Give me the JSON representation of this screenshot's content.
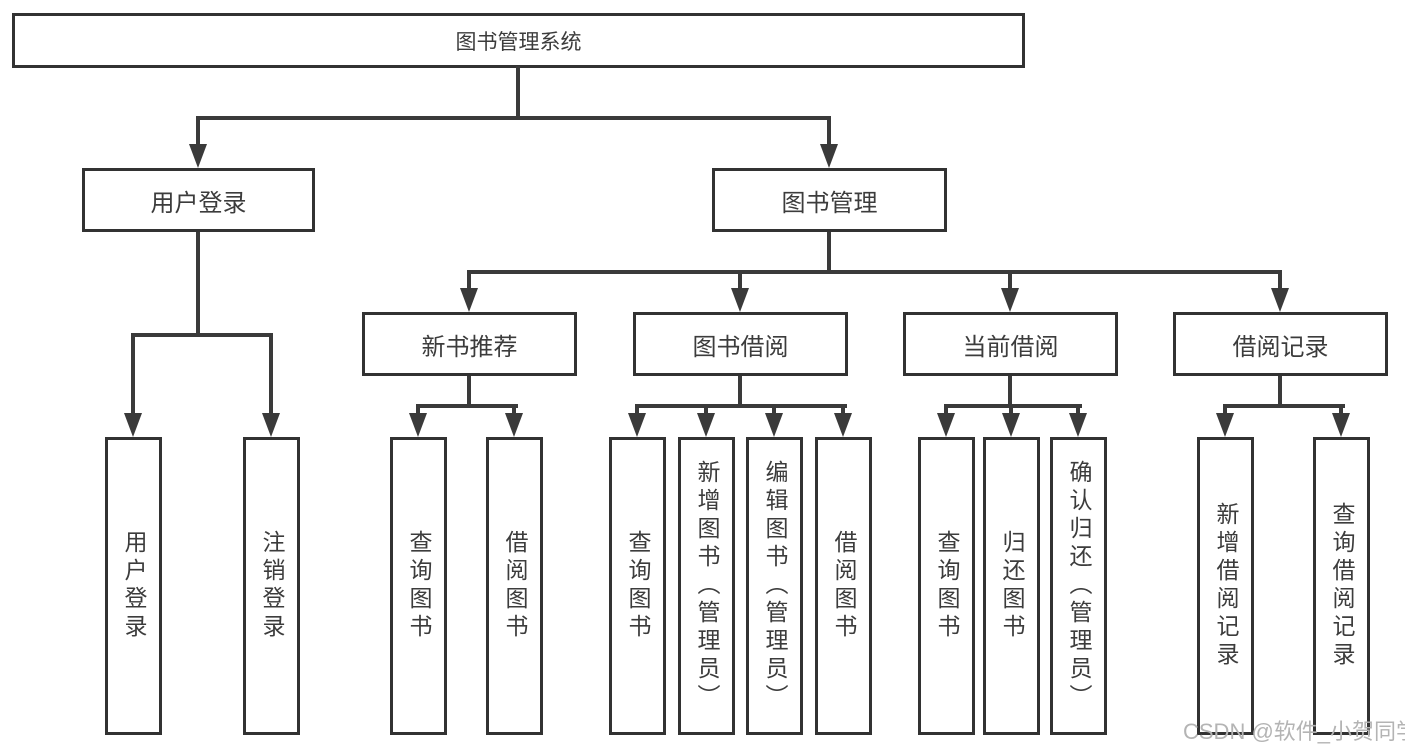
{
  "diagram": {
    "type": "hierarchy",
    "root": {
      "label": "图书管理系统",
      "children": [
        {
          "label": "用户登录",
          "children": [
            {
              "label": "用户登录"
            },
            {
              "label": "注销登录"
            }
          ]
        },
        {
          "label": "图书管理",
          "children": [
            {
              "label": "新书推荐",
              "children": [
                {
                  "label": "查询图书"
                },
                {
                  "label": "借阅图书"
                }
              ]
            },
            {
              "label": "图书借阅",
              "children": [
                {
                  "label": "查询图书"
                },
                {
                  "label": "新增图书（管理员）"
                },
                {
                  "label": "编辑图书（管理员）"
                },
                {
                  "label": "借阅图书"
                }
              ]
            },
            {
              "label": "当前借阅",
              "children": [
                {
                  "label": "查询图书"
                },
                {
                  "label": "归还图书"
                },
                {
                  "label": "确认归还（管理员）"
                }
              ]
            },
            {
              "label": "借阅记录",
              "children": [
                {
                  "label": "新增借阅记录"
                },
                {
                  "label": "查询借阅记录"
                }
              ]
            }
          ]
        }
      ]
    }
  },
  "watermark": {
    "text": "CSDN @软件_小贺同学"
  },
  "colors": {
    "line": "#3a3a3a",
    "box_border": "#323232",
    "text": "#3c3c3c",
    "background": "#ffffff",
    "watermark": "#b4b4b4"
  }
}
